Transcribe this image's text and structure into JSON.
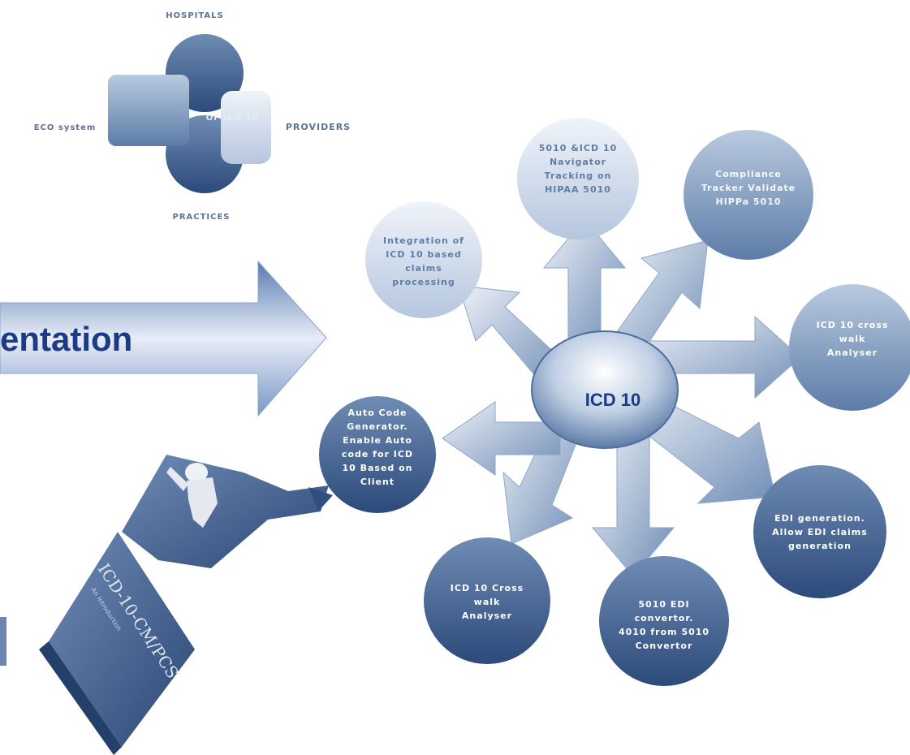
{
  "ecosystem": {
    "top_label": "HOSPITALS",
    "left_label": "ECO system",
    "right_label": "PROVIDERS",
    "bottom_label": "PRACTICES",
    "center_label": "OF ICD 10"
  },
  "banner": {
    "text": "entation"
  },
  "hub": {
    "label": "ICD 10"
  },
  "nodes": {
    "navigator": [
      "5010 &ICD 10",
      "Navigator",
      "Tracking on",
      "HIPAA 5010"
    ],
    "compliance": [
      "Compliance",
      "Tracker Validate",
      "HIPPa 5010"
    ],
    "integration": [
      "Integration of",
      "ICD 10 based",
      "claims",
      "processing"
    ],
    "crosswalk_right": [
      "ICD 10 cross",
      "walk",
      "Analyser"
    ],
    "autocode": [
      "Auto Code",
      "Generator.",
      "Enable Auto",
      "code for ICD",
      "10 Based on",
      "Client"
    ],
    "edi_generation": [
      "EDI generation.",
      "Allow EDI claims",
      "generation"
    ],
    "edi_convertor": [
      "5010 EDI",
      "convertor.",
      "4010 from 5010",
      "Convertor"
    ],
    "crosswalk_bottom": [
      "ICD 10 Cross",
      "walk",
      "Analyser"
    ]
  },
  "book": {
    "title": "ICD-10-CM/PCS",
    "subtitle": "An Introduction"
  },
  "colors": {
    "dark_blue": "#2f4f80",
    "mid_blue": "#6d8cb6",
    "light_blue": "#c9d6e8",
    "banner_text": "#1c3a86"
  }
}
